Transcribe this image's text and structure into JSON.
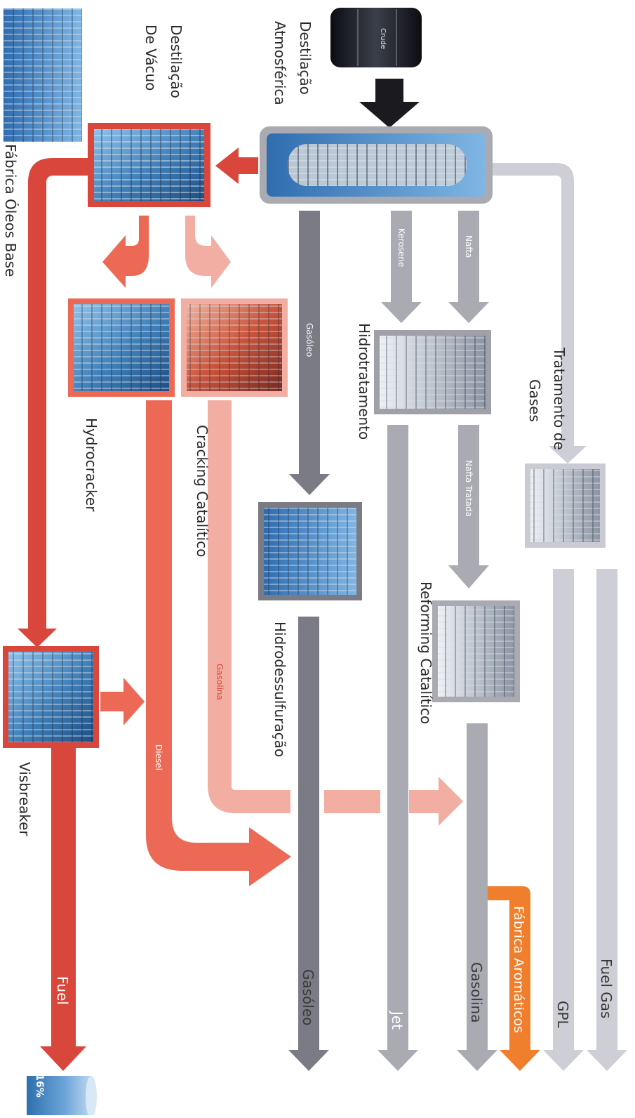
{
  "units": {
    "crude_barrel": {
      "text": "Crude"
    },
    "atmospheric": {
      "label_line1": "Destilação",
      "label_line2": "Atmosférica"
    },
    "vacuum": {
      "label_line1": "Destilação",
      "label_line2": "De Vácuo"
    },
    "base_oils": {
      "label": "Fábrica Óleos Base"
    },
    "gas_treatment": {
      "label_line1": "Tratamento de",
      "label_line2": "Gases"
    },
    "hydrotreating": {
      "label": "Hidrotratamento"
    },
    "catalytic_cracking": {
      "label": "Cracking Catalítico"
    },
    "hydrocracker": {
      "label": "Hydrocracker"
    },
    "hydrodesulfurization": {
      "label": "Hidrodessulfuração"
    },
    "reforming": {
      "label": "Reforming Catalítico"
    },
    "visbreaker": {
      "label": "Visbreaker"
    }
  },
  "streams": {
    "nafta": "Nafta",
    "kerosene": "Kerosene",
    "gasoleo_mid": "Gasóleo",
    "nafta_tratada": "Nafta Tratada",
    "gasolina_mid": "Gasolina",
    "diesel": "Diesel"
  },
  "products": {
    "fuel_gas": "Fuel Gas",
    "gpl": "GPL",
    "aromatics": "Fábrica Aromáticos",
    "gasolina": "Gasolina",
    "jet": "Jet",
    "gasoleo": "Gasóleo",
    "fuel": "Fuel"
  },
  "tank": {
    "percent": "16%"
  },
  "colors": {
    "red": "#d8463c",
    "salmon": "#ec6a55",
    "pink": "#f3aea3",
    "dark_gray": "#7a7b84",
    "mid_gray": "#a9aab2",
    "light_gray": "#cdced6",
    "orange": "#f07f2d",
    "black": "#1b1b1f",
    "tank_blue": "#5f97cf"
  }
}
